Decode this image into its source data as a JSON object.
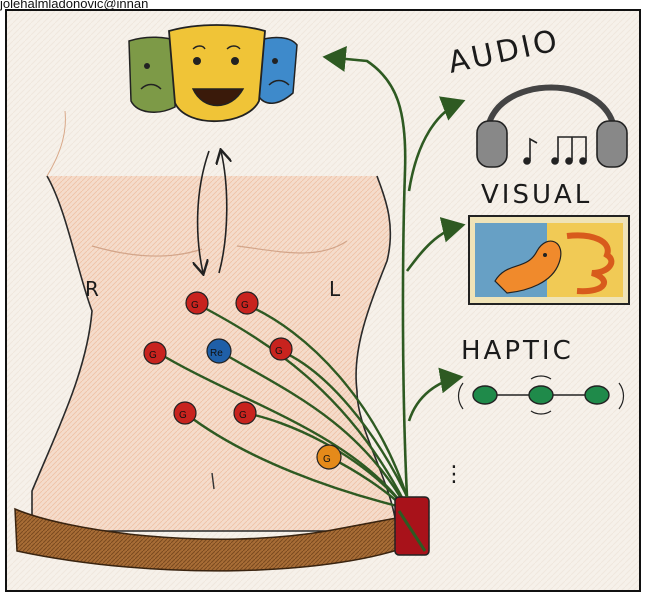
{
  "caption": "jolehalmladonovic@innan",
  "labels": {
    "right": "R",
    "left": "L",
    "audio": "AUDIO",
    "visual": "VISUAL",
    "haptic": "HAPTIC",
    "dots": "⋮"
  },
  "electrodes": [
    "G",
    "G",
    "G",
    "Re",
    "G",
    "G",
    "G",
    "G"
  ],
  "icons": [
    "masks-icon",
    "headphones-icon",
    "music-notes-icon",
    "screen-picture-icon",
    "haptic-beads-icon",
    "stomach-icon",
    "battery-device-icon"
  ],
  "colors": {
    "paper": "#f6f1ea",
    "skin": "#f0c9b0",
    "wire": "#2e5a22",
    "electrode": "#c8231e",
    "reference": "#1f5fa8",
    "belt": "#8a5a2b",
    "device": "#a8121a"
  }
}
